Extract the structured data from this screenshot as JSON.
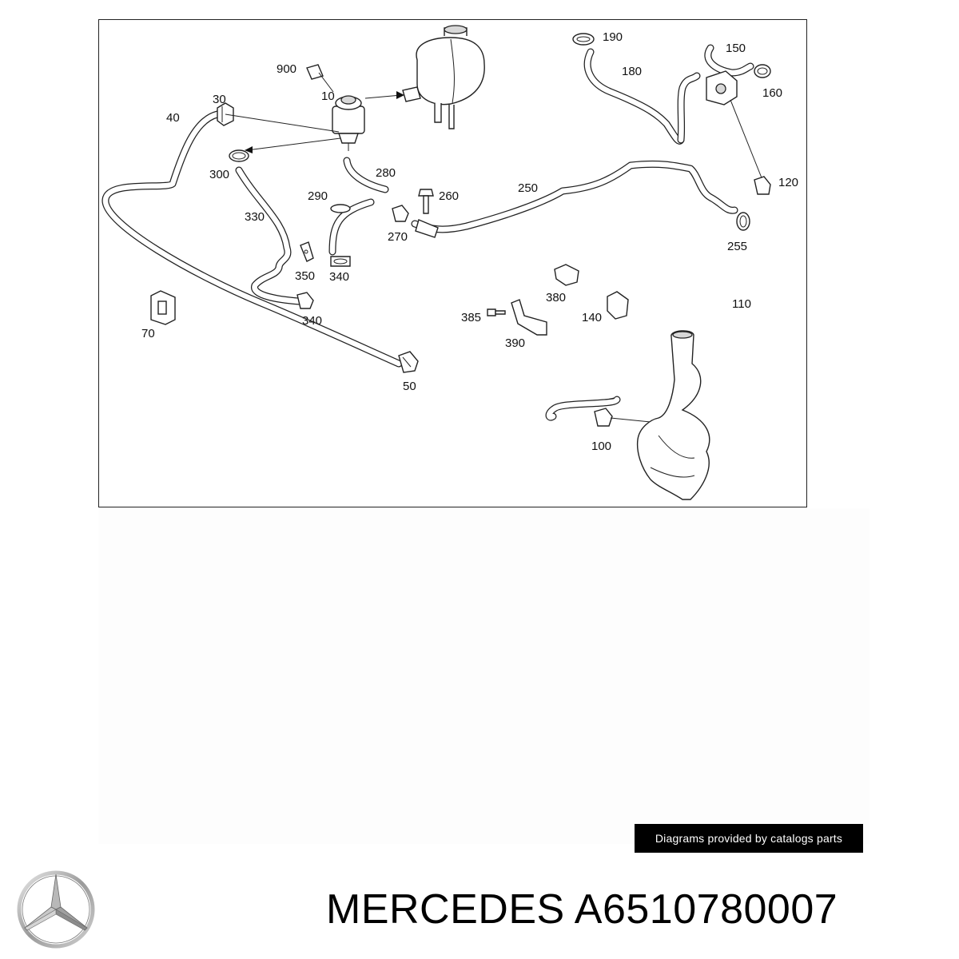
{
  "diagram": {
    "callouts": [
      {
        "id": "900",
        "label": "900"
      },
      {
        "id": "10",
        "label": "10"
      },
      {
        "id": "30",
        "label": "30"
      },
      {
        "id": "40",
        "label": "40"
      },
      {
        "id": "300",
        "label": "300"
      },
      {
        "id": "280",
        "label": "280"
      },
      {
        "id": "290",
        "label": "290"
      },
      {
        "id": "260",
        "label": "260"
      },
      {
        "id": "330",
        "label": "330"
      },
      {
        "id": "270",
        "label": "270"
      },
      {
        "id": "250",
        "label": "250"
      },
      {
        "id": "350",
        "label": "350"
      },
      {
        "id": "340a",
        "label": "340"
      },
      {
        "id": "340b",
        "label": "340"
      },
      {
        "id": "70",
        "label": "70"
      },
      {
        "id": "50",
        "label": "50"
      },
      {
        "id": "190",
        "label": "190"
      },
      {
        "id": "180",
        "label": "180"
      },
      {
        "id": "150",
        "label": "150"
      },
      {
        "id": "160",
        "label": "160"
      },
      {
        "id": "120",
        "label": "120"
      },
      {
        "id": "255",
        "label": "255"
      },
      {
        "id": "380",
        "label": "380"
      },
      {
        "id": "385",
        "label": "385"
      },
      {
        "id": "140",
        "label": "140"
      },
      {
        "id": "390",
        "label": "390"
      },
      {
        "id": "110",
        "label": "110"
      },
      {
        "id": "100",
        "label": "100"
      }
    ]
  },
  "credit": "Diagrams provided by catalogs parts",
  "title": "MERCEDES A6510780007",
  "logo_icon": "mercedes-star-icon"
}
